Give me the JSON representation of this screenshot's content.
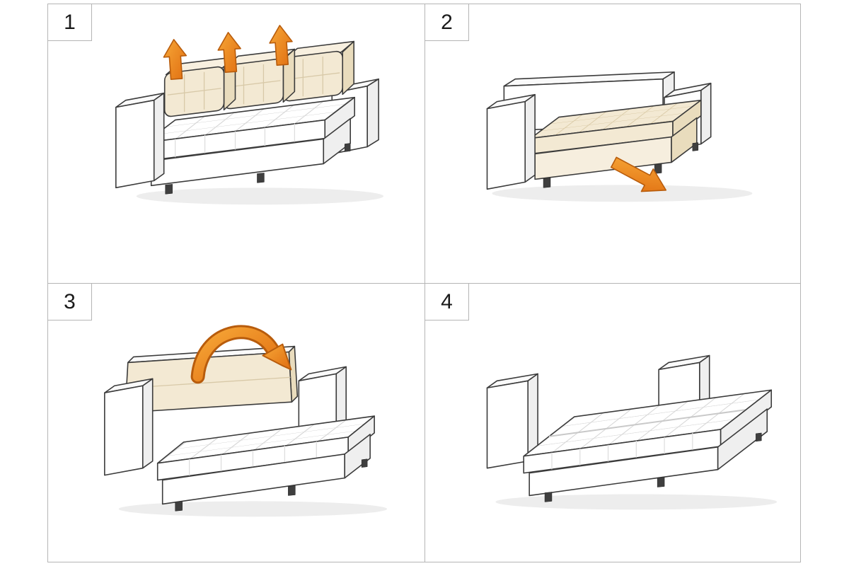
{
  "diagram": {
    "type": "instruction-steps",
    "subject": "sofa-bed-unfolding",
    "grid": {
      "rows": 2,
      "cols": 2
    },
    "steps": [
      {
        "number": "1",
        "icon": "up-arrows-icon"
      },
      {
        "number": "2",
        "icon": "pull-out-arrow-icon"
      },
      {
        "number": "3",
        "icon": "fold-over-arrow-icon"
      },
      {
        "number": "4",
        "icon": "none"
      }
    ],
    "colors": {
      "outline": "#3b3b3b",
      "grid_line": "#b5b5b5",
      "sofa_body": "#ffffff",
      "cushion": "#f3e9d3",
      "cushion_top": "#f8f0e0",
      "cushion_side": "#e9dcbd",
      "cushion_stitch": "#d8c9a8",
      "quilt_line": "#d9d9d9",
      "base_panel": "#f6eede",
      "arrow_light": "#f7a838",
      "arrow_dark": "#e06d10",
      "arrow_outline": "#b85c0c",
      "shadow": "#ededed",
      "number": "#1a1a1a"
    }
  }
}
